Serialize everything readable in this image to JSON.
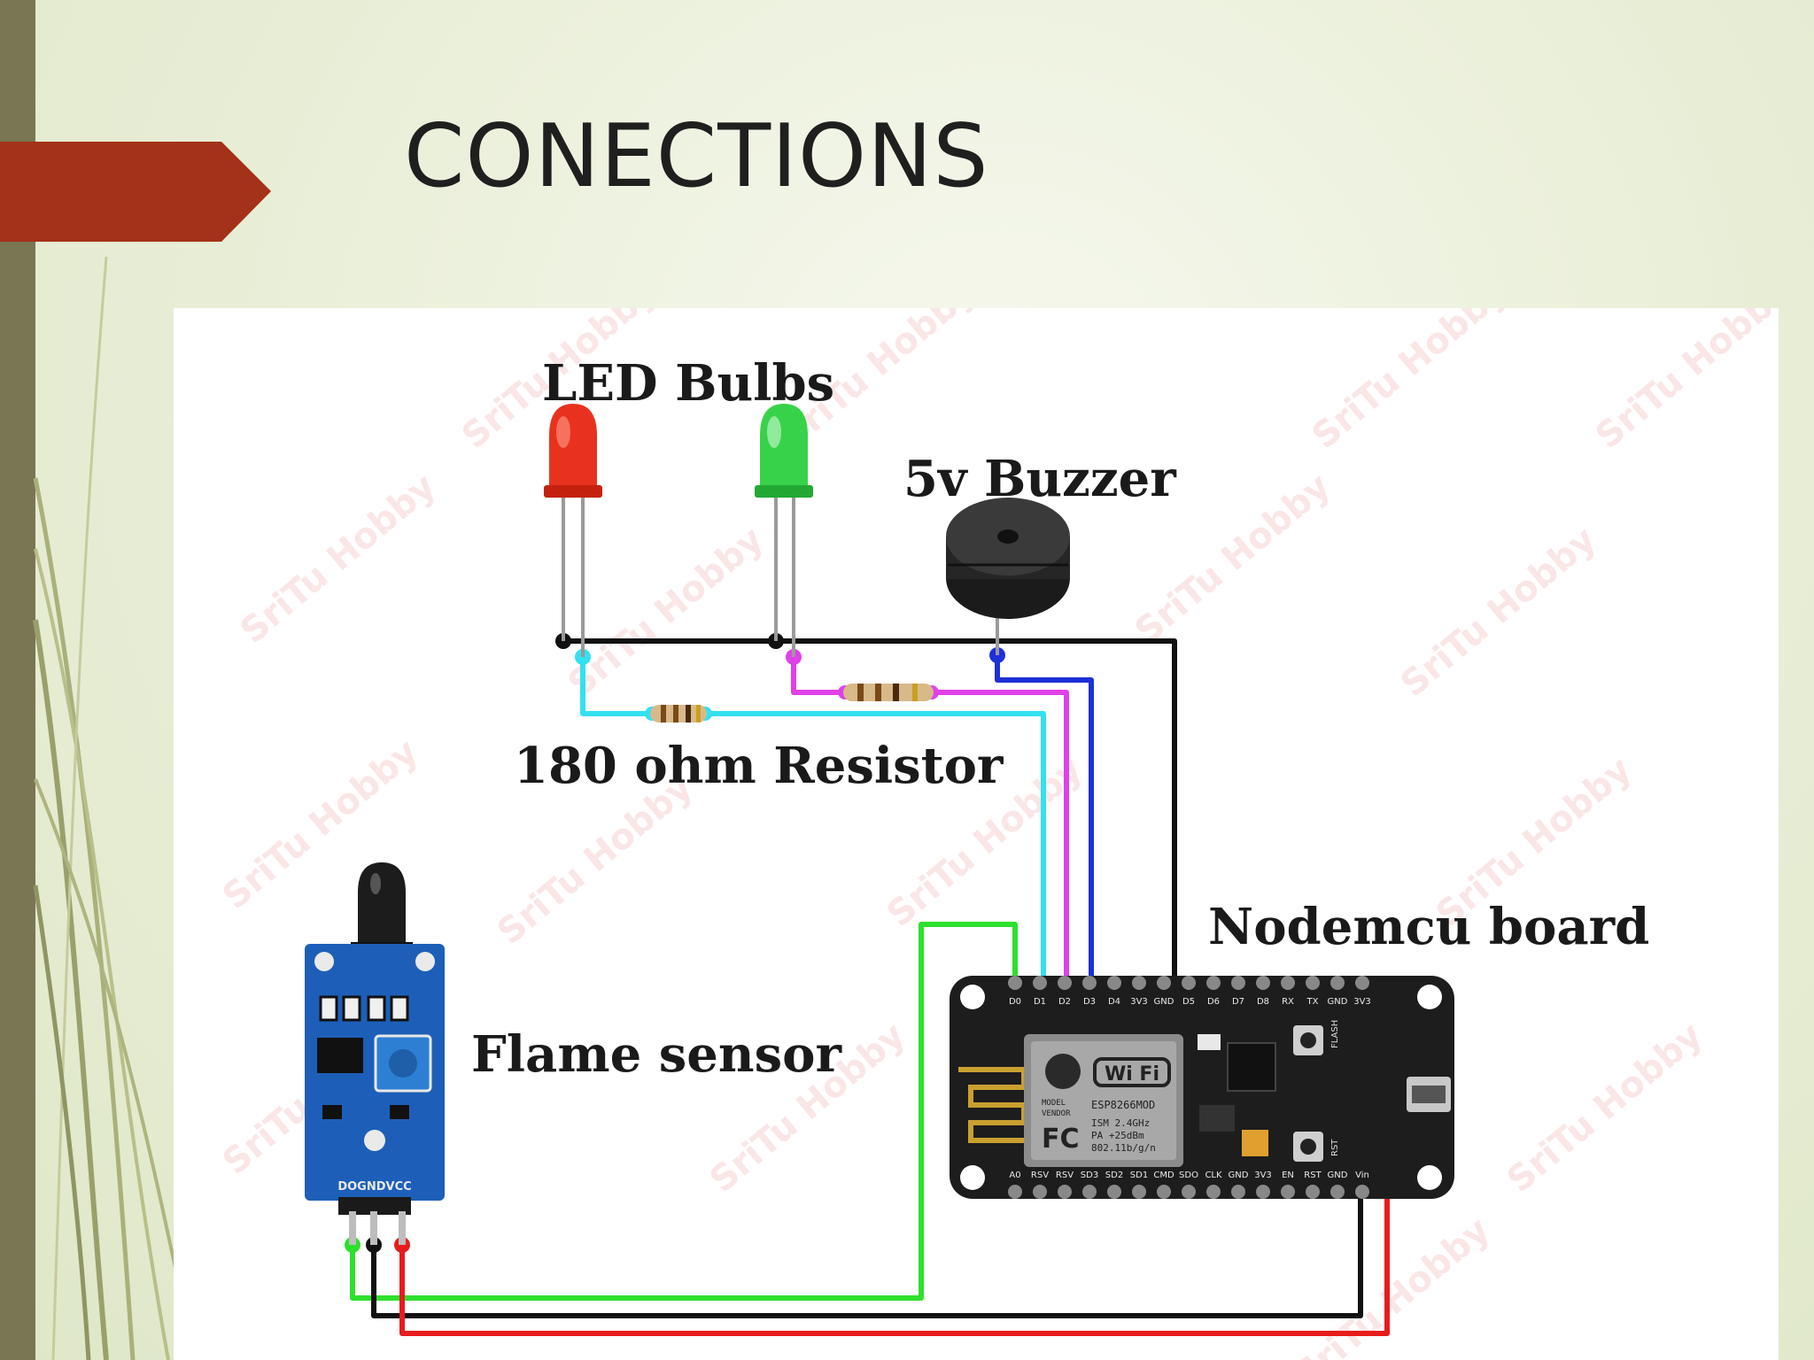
{
  "slide": {
    "title": "CONECTIONS"
  },
  "diagram": {
    "labels": {
      "led_bulbs": "LED Bulbs",
      "buzzer": "5v Buzzer",
      "resistor": "180 ohm Resistor",
      "nodemcu": "Nodemcu board",
      "flame_sensor": "Flame sensor"
    },
    "board_pins_top": [
      "D0",
      "D1",
      "D2",
      "D3",
      "D4",
      "3V3",
      "GND",
      "D5",
      "D6",
      "D7",
      "D8",
      "RX",
      "TX",
      "GND",
      "3V3"
    ],
    "board_pins_bottom": [
      "A0",
      "RSV",
      "RSV",
      "SD3",
      "SD2",
      "SD1",
      "CMD",
      "SDO",
      "CLK",
      "GND",
      "3V3",
      "EN",
      "RST",
      "GND",
      "Vin"
    ],
    "board_chip_text": {
      "wifi": "Wi Fi",
      "chip": "ESP8266MOD",
      "ism": "ISM 2.4GHz",
      "pa": "PA +25dBm",
      "std": "802.11b/g/n",
      "fc": "FC",
      "model": "MODEL",
      "vendor": "VENDOR",
      "flash": "FLASH",
      "rst": "RST"
    },
    "sensor_pins": "DOGNDVCC",
    "watermark": "SriTu Hobby",
    "colors": {
      "wire_cyan": "#33e0f0",
      "wire_magenta": "#e040e8",
      "wire_blue": "#1f30d8",
      "wire_black": "#111111",
      "wire_green": "#2ee02e",
      "wire_red": "#e81c1c",
      "board": "#1d1d1d",
      "sensor_pcb": "#1d5fb8",
      "led_red": "#e8321e",
      "led_green": "#38d24a",
      "title_arrow": "#a33218",
      "side_bar": "#7a7553"
    }
  }
}
